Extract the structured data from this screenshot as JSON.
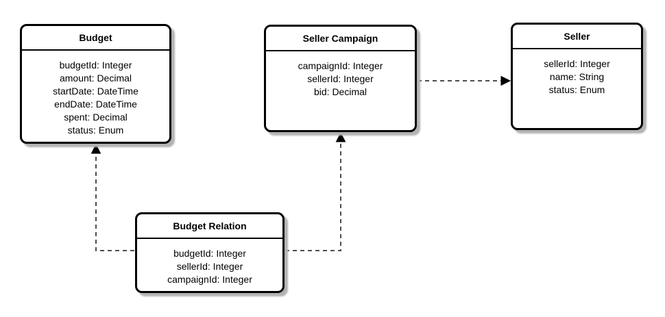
{
  "diagram": {
    "entities": [
      {
        "title": "Budget",
        "fields": [
          "budgetId: Integer",
          "amount: Decimal",
          "startDate: DateTime",
          "endDate: DateTime",
          "spent: Decimal",
          "status: Enum"
        ]
      },
      {
        "title": "Seller Campaign",
        "fields": [
          "campaignId: Integer",
          "sellerId: Integer",
          "bid: Decimal"
        ]
      },
      {
        "title": "Seller",
        "fields": [
          "sellerId: Integer",
          "name: String",
          "status: Enum"
        ]
      },
      {
        "title": "Budget Relation",
        "fields": [
          "budgetId: Integer",
          "sellerId: Integer",
          "campaignId: Integer"
        ]
      }
    ],
    "connections": [
      {
        "from": "Seller Campaign",
        "to": "Seller",
        "style": "dashed-arrow"
      },
      {
        "from": "Budget Relation",
        "to": "Budget",
        "style": "dashed-arrow"
      },
      {
        "from": "Budget Relation",
        "to": "Seller Campaign",
        "style": "dashed-arrow"
      }
    ],
    "colors": {
      "border": "#000000",
      "fill": "#ffffff",
      "shadow": "#b3b3b3",
      "connector": "#4d4d4d",
      "text": "#000000"
    }
  }
}
